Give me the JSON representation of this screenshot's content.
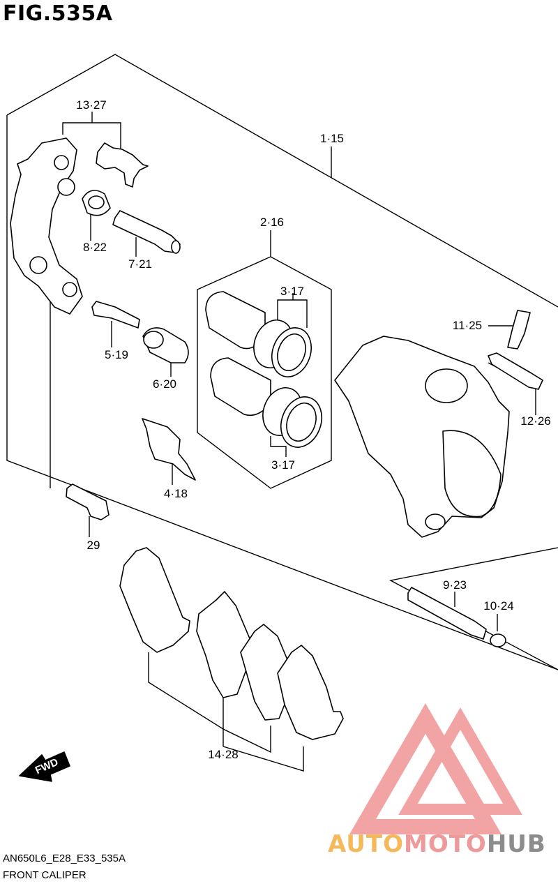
{
  "figure_title": "FIG.535A",
  "footer": {
    "code": "AN650L6_E28_E33_535A",
    "name": "FRONT CALIPER"
  },
  "watermark": {
    "part1": "AUTO",
    "part2": "MOTO",
    "part3": "HUB",
    "colors": {
      "auto": "#f5b95c",
      "moto": "#ee9a9a",
      "hub": "#8c8c8c",
      "logo": "#f2a0a0"
    }
  },
  "fwd_label": "FWD",
  "callouts": {
    "c13_27": "13·27",
    "c1_15": "1·15",
    "c8_22": "8·22",
    "c7_21": "7·21",
    "c2_16": "2·16",
    "c3_17_top": "3·17",
    "c3_17_bottom": "3·17",
    "c11_25": "11·25",
    "c5_19": "5·19",
    "c6_20": "6·20",
    "c12_26": "12·26",
    "c4_18": "4·18",
    "c29": "29",
    "c9_23": "9·23",
    "c10_24": "10·24",
    "c14_28": "14·28"
  }
}
